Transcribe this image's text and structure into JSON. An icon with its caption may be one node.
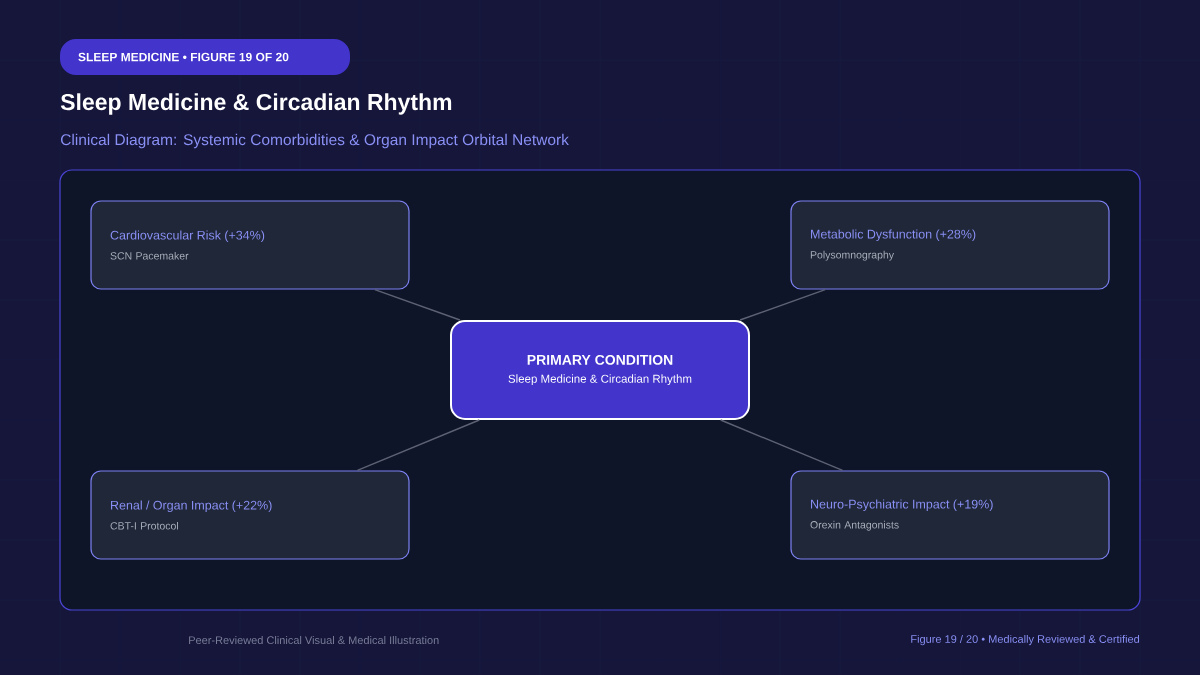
{
  "diagram": {
    "title": "Sleep Medicine & Circadian Rhythm",
    "nodes": [
      {
        "text": [
          "SLEEP MEDICINE • FIGURE 19 OF 20"
        ]
      },
      {
        "text": [
          "Cardiovascular Risk (+34%)",
          "SCN Pacemaker"
        ]
      },
      {
        "text": [
          "Metabolic Dysfunction (+28%)",
          "Polysomnography"
        ]
      },
      {
        "text": [
          "PRIMARY CONDITION",
          "Sleep Medicine & Circadian Rhythm"
        ]
      },
      {
        "text": [
          "Renal / Organ Impact (+22%)",
          "CBT-I Protocol"
        ]
      },
      {
        "text": [
          "Neuro-Psychiatric Impact (+19%)",
          "Orexin Antagonists"
        ]
      }
    ],
    "edges": [
      {
        "from": 3,
        "to": 1,
        "arrow": "none"
      },
      {
        "from": 3,
        "to": 2,
        "arrow": "none"
      },
      {
        "from": 3,
        "to": 4,
        "arrow": "none"
      },
      {
        "from": 3,
        "to": 5,
        "arrow": "none"
      }
    ],
    "labels": [
      "Clinical Diagram: Systemic Comorbidities & Organ Impact Orbital Network",
      "Peer-Reviewed Clinical Visual & Medical Illustration",
      "Figure 19 / 20 • Medically Reviewed & Certified"
    ]
  }
}
